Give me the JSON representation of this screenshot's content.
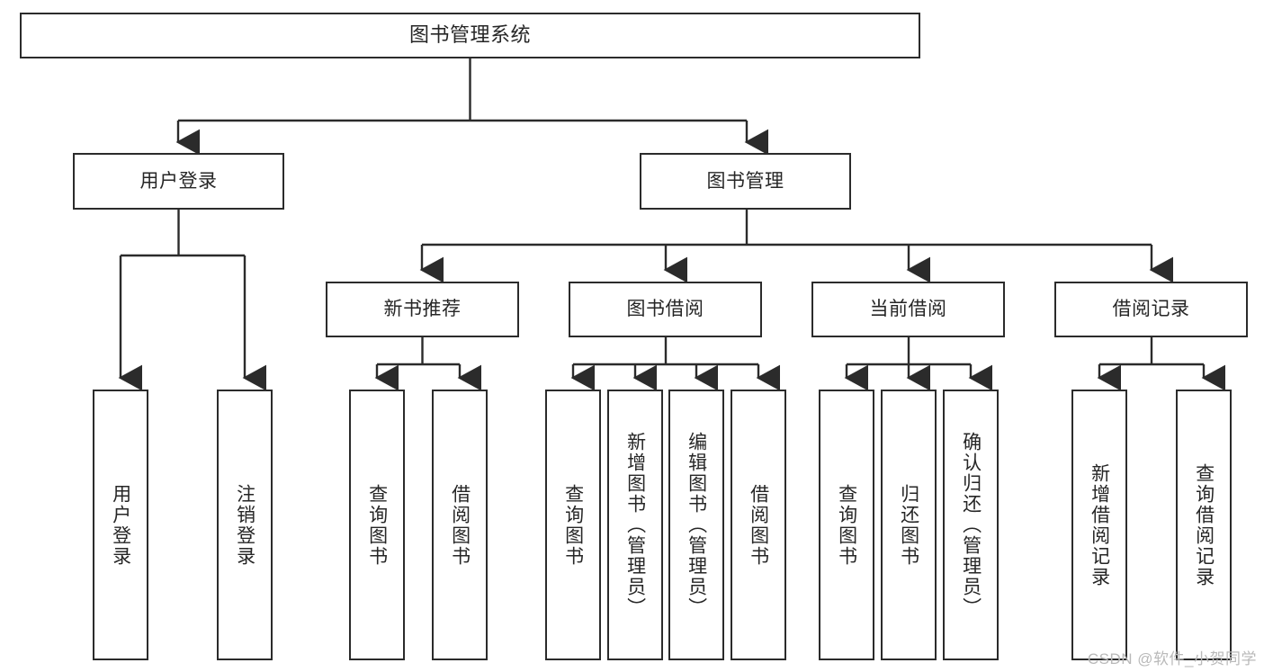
{
  "diagram": {
    "type": "tree",
    "title": "图书管理系统",
    "orientation": "top-down",
    "colors": {
      "box_border": "#2b2b2b",
      "box_fill": "#ffffff",
      "connector": "#2b2b2b",
      "text": "#262626",
      "watermark": "#b9b9b9",
      "background": "#ffffff"
    },
    "root": {
      "label": "图书管理系统"
    },
    "level2": [
      {
        "label": "用户登录"
      },
      {
        "label": "图书管理"
      }
    ],
    "level3": [
      {
        "label": "新书推荐"
      },
      {
        "label": "图书借阅"
      },
      {
        "label": "当前借阅"
      },
      {
        "label": "借阅记录"
      }
    ],
    "leaves": {
      "user_login": [
        {
          "label": "用户登录"
        },
        {
          "label": "注销登录"
        }
      ],
      "new_book_recommend": [
        {
          "label": "查询图书"
        },
        {
          "label": "借阅图书"
        }
      ],
      "book_borrow": [
        {
          "label": "查询图书"
        },
        {
          "label": "新增图书（管理员）"
        },
        {
          "label": "编辑图书（管理员）"
        },
        {
          "label": "借阅图书"
        }
      ],
      "current_borrow": [
        {
          "label": "查询图书"
        },
        {
          "label": "归还图书"
        },
        {
          "label": "确认归还（管理员）"
        }
      ],
      "borrow_record": [
        {
          "label": "新增借阅记录"
        },
        {
          "label": "查询借阅记录"
        }
      ]
    }
  },
  "watermark": {
    "text": "CSDN @软件_小贺同学"
  }
}
